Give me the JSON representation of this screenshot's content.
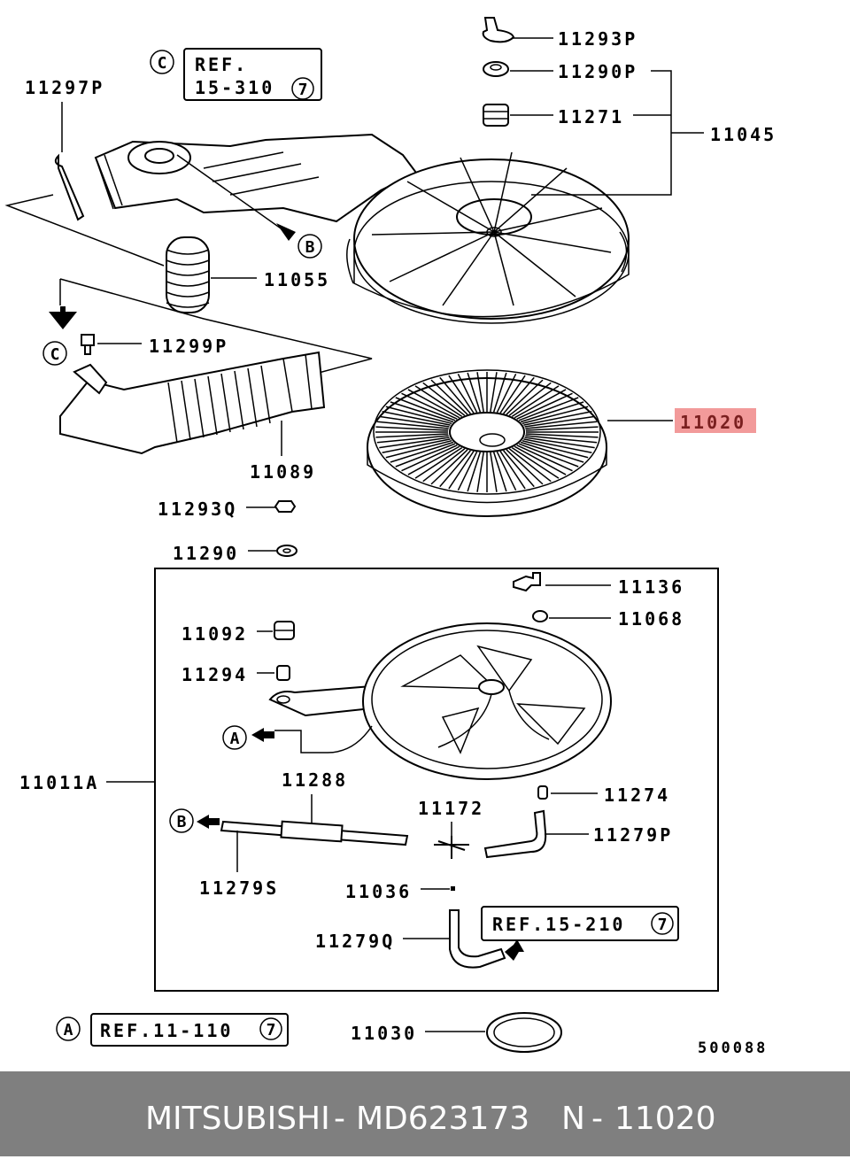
{
  "diagram": {
    "parts": {
      "p11297P": "11297P",
      "p11293P": "11293P",
      "p11290P": "11290P",
      "p11271": "11271",
      "p11045": "11045",
      "p11055": "11055",
      "p11299P": "11299P",
      "p11020": "11020",
      "p11089": "11089",
      "p11293Q": "11293Q",
      "p11290": "11290",
      "p11136": "11136",
      "p11068": "11068",
      "p11092": "11092",
      "p11294": "11294",
      "p11011A": "11011A",
      "p11288": "11288",
      "p11274": "11274",
      "p11172": "11172",
      "p11279P": "11279P",
      "p11279S": "11279S",
      "p11036": "11036",
      "p11279Q": "11279Q",
      "p11030": "11030"
    },
    "refs": {
      "ref_c_line1": "REF.",
      "ref_c_line2": "15-310",
      "ref_c_num": "7",
      "ref_mid": "REF.15-210",
      "ref_mid_num": "7",
      "ref_a": "REF.11-110",
      "ref_a_num": "7"
    },
    "markers": {
      "a": "A",
      "b": "B",
      "c": "C"
    },
    "code": "500088",
    "highlight_color": "#f29a9a"
  },
  "footer": {
    "brand": "MITSUBISHI",
    "sep1": "-",
    "part_number": "MD623173",
    "pos_prefix": "N",
    "sep2": "-",
    "position": "11020"
  }
}
